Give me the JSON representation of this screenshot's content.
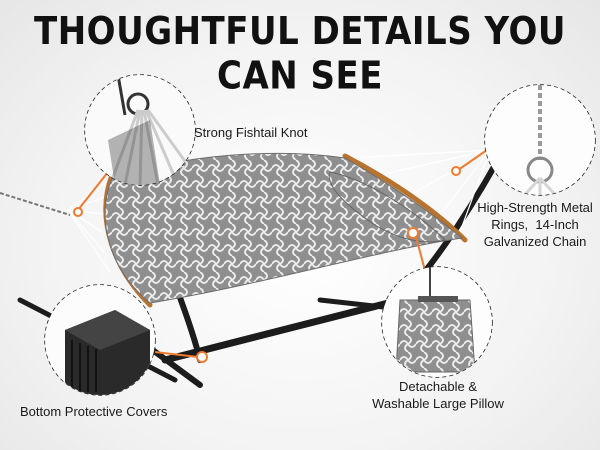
{
  "title": "THOUGHTFUL DETAILS YOU CAN SEE",
  "callouts": {
    "knot": "Strong Fishtail Knot",
    "rings": [
      "High-Strength Metal",
      "Rings,  14-Inch",
      "Galvanized Chain"
    ],
    "pillow": [
      "Detachable &",
      "Washable Large Pillow"
    ],
    "covers": "Bottom Protective Covers"
  },
  "colors": {
    "accent": "#f07a2e",
    "frame": "#1c1c1c",
    "fabric": "#8e8e8e",
    "bar": "#b8732f"
  }
}
